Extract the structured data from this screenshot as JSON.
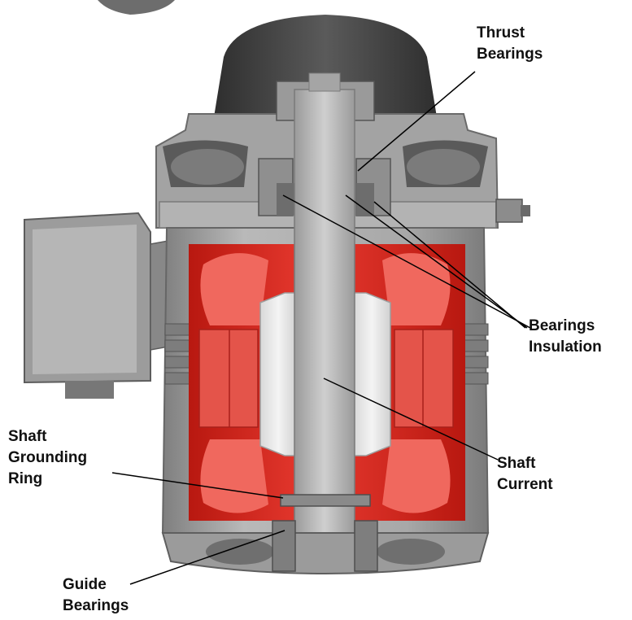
{
  "labels": {
    "thrust_bearings": [
      "Thrust",
      "Bearings"
    ],
    "bearings_insulation": [
      "Bearings",
      "Insulation"
    ],
    "shaft_current": [
      "Shaft",
      "Current"
    ],
    "shaft_grounding_ring": [
      "Shaft",
      "Grounding",
      "Ring"
    ],
    "guide_bearings": [
      "Guide",
      "Bearings"
    ]
  },
  "colors": {
    "housing": "#8d8d8d",
    "housing_light": "#c4c4c4",
    "cap": "#3c3c3c",
    "rotor_red": "#d8261e",
    "rotor_light": "#ef5a50",
    "shaft": "#b2b2b2",
    "leader_line": "#000000"
  }
}
